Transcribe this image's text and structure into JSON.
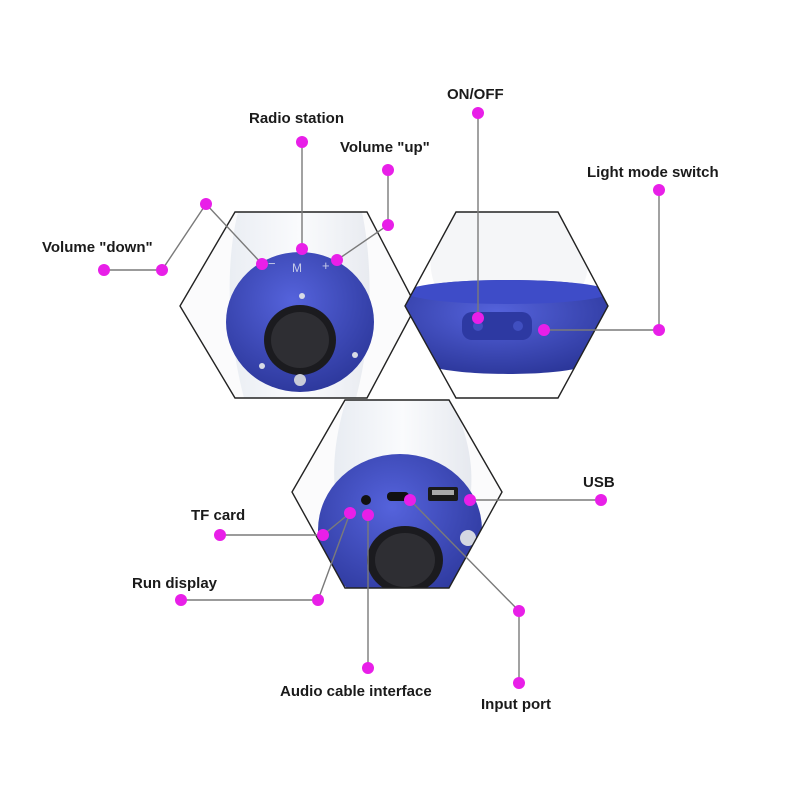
{
  "colors": {
    "dot": "#e81fe8",
    "speaker_blue": "#3b49c4",
    "speaker_blue_dark": "#2a3596",
    "lamp_white": "#f4f4f6"
  },
  "labels": {
    "radio_station": "Radio station",
    "volume_up": "Volume \"up\"",
    "volume_down": "Volume \"down\"",
    "on_off": "ON/OFF",
    "light_mode_switch": "Light mode switch",
    "usb": "USB",
    "tf_card": "TF card",
    "run_display": "Run display",
    "audio_cable_interface": "Audio cable interface",
    "input_port": "Input port"
  }
}
